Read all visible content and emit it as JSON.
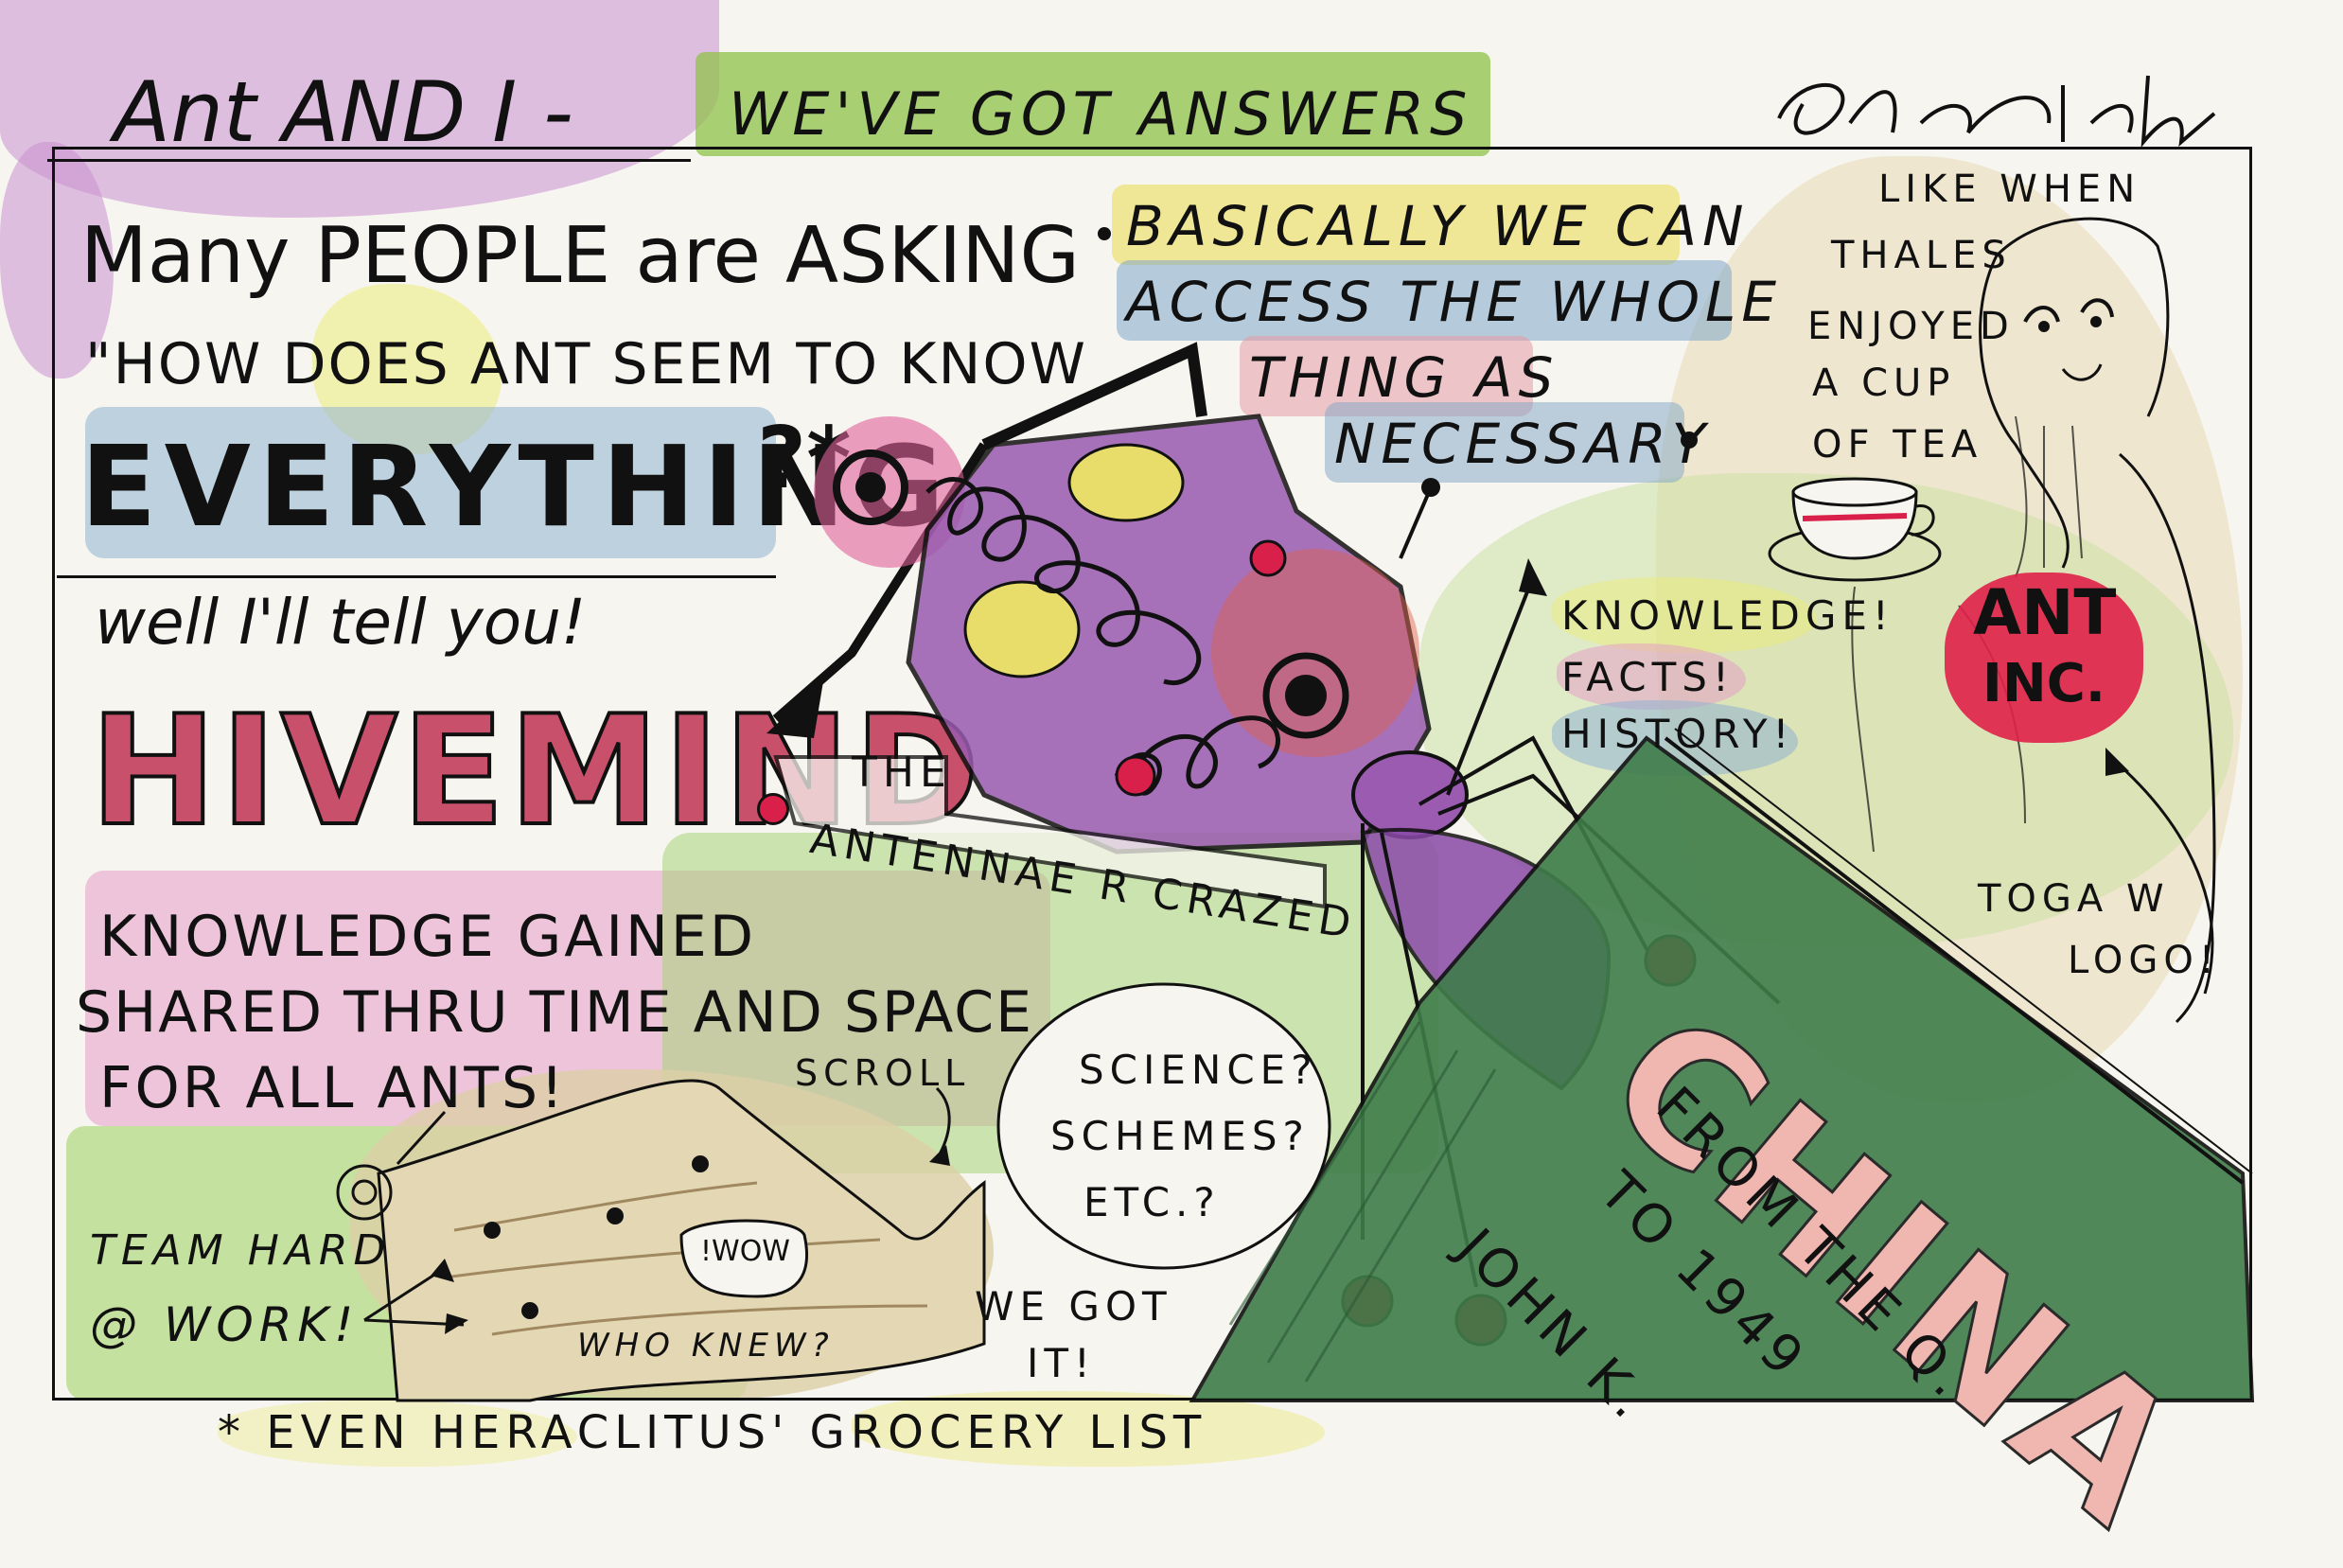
{
  "header": {
    "title_left": "Ant AND I -",
    "title_right": "WE'VE GOT ANSWERS",
    "signature": "signature"
  },
  "intro": {
    "line1": "Many PEOPLE are ASKING",
    "line2": "\"HOW DOES ANT SEEM TO KNOW",
    "line3": "EVERYTHING",
    "line3_mark": "?*",
    "line4": "well I'll tell you!"
  },
  "hivemind": {
    "word": "HIVEMIND",
    "desc1": "KNOWLEDGE GAINED",
    "desc2": "SHARED THRU TIME AND SPACE",
    "desc3": "FOR ALL ANTS!"
  },
  "access": {
    "line1": "BASICALLY WE CAN",
    "line2": "ACCESS THE WHOLE",
    "line3": "THING AS",
    "line4": "NECESSARY"
  },
  "antennae_note": {
    "line1": "THE",
    "line2": "ANTENNAE R CRAZED"
  },
  "knowledge_list": {
    "item1": "KNOWLEDGE!",
    "item2": "FACTS!",
    "item3": "HISTORY!"
  },
  "thales": {
    "line1": "LIKE WHEN",
    "line2": "THALES",
    "line3": "ENJOYED",
    "line4": "A CUP",
    "line5": "OF TEA",
    "logo1": "ANT",
    "logo2": "INC.",
    "toga1": "TOGA W",
    "toga2": "LOGO!"
  },
  "book": {
    "title": "CHINA",
    "sub1": "FROM THE Q.",
    "sub2": "TO 1949",
    "author": "JOHN K."
  },
  "bottom": {
    "scroll": "SCROLL",
    "wow": "!WOW",
    "team1": "TEAM HARD",
    "team2": "@ WORK!",
    "who_knew": "WHO KNEW?",
    "science1": "SCIENCE?",
    "science2": "SCHEMES?",
    "science3": "ETC.?",
    "got1": "WE GOT",
    "got2": "IT!",
    "footnote": "* EVEN HERACLITUS' GROCERY LIST"
  },
  "colors": {
    "pink": "#e07aa6",
    "green": "#7fb24a",
    "blue": "#7fa6c8",
    "yellow": "#e8e46a",
    "purple": "#9a5bb0",
    "red": "#d8204a",
    "book_green": "#3f7d4a",
    "tan": "#d8cba4"
  }
}
